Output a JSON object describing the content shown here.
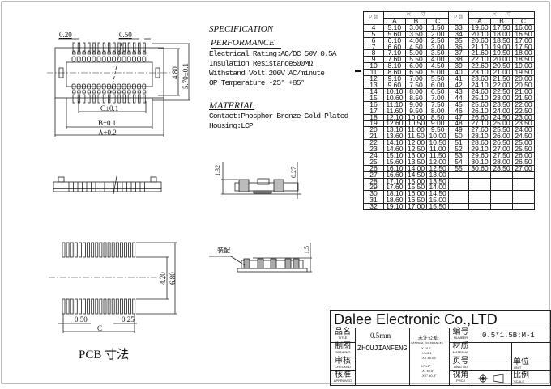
{
  "spec": {
    "title": "SPECIFICATION",
    "performance_heading": "PERFORMANCE",
    "performance": [
      "Electrical Rating:AC/DC 50V 0.5A",
      "Insulation Resistance500MΩ",
      "Withstand Volt:200V AC/minute",
      "OP Temperature:-25° +85°"
    ],
    "material_heading": "MATERIAL",
    "material": [
      "Contact:Phosphor Bronze Gold-Plated",
      "Housing:LCP"
    ]
  },
  "top_view": {
    "dim_pin_width": "0.20",
    "dim_pitch": "0.50",
    "dim_inner_height": "4.80",
    "dim_height": "5.70±0.1",
    "dim_c": "C±0.1",
    "dim_b": "B±0.1",
    "dim_a": "A±0.2"
  },
  "side_view": {
    "dim_height": "1.32",
    "dim_standoff": "0.27"
  },
  "pcb_view": {
    "dim_pitch": "0.50",
    "dim_pad": "0.25",
    "dim_c": "C",
    "dim_inner": "4.20",
    "dim_outer": "6.80",
    "title": "PCB 寸法"
  },
  "assembly_view": {
    "label": "装配",
    "dim_height": "1.5"
  },
  "dimension_table": {
    "header_group": "尺　　寸",
    "header_pins": "P 数",
    "columns": [
      "A",
      "B",
      "C"
    ],
    "left_rows": [
      [
        "4",
        "5.10",
        "3.00",
        "1.50"
      ],
      [
        "5",
        "5.60",
        "3.50",
        "2.00"
      ],
      [
        "6",
        "6.10",
        "4.00",
        "2.50"
      ],
      [
        "7",
        "6.60",
        "4.50",
        "3.00"
      ],
      [
        "8",
        "7.10",
        "5.00",
        "3.50"
      ],
      [
        "9",
        "7.60",
        "5.50",
        "4.00"
      ],
      [
        "10",
        "8.10",
        "6.00",
        "4.50"
      ],
      [
        "11",
        "8.60",
        "6.50",
        "5.00"
      ],
      [
        "12",
        "9.10",
        "7.00",
        "5.50"
      ],
      [
        "13",
        "9.60",
        "7.50",
        "6.00"
      ],
      [
        "14",
        "10.10",
        "8.00",
        "6.50"
      ],
      [
        "15",
        "10.60",
        "8.50",
        "7.00"
      ],
      [
        "16",
        "11.10",
        "9.00",
        "7.50"
      ],
      [
        "17",
        "11.60",
        "9.50",
        "8.00"
      ],
      [
        "18",
        "12.10",
        "10.00",
        "8.50"
      ],
      [
        "19",
        "12.60",
        "10.50",
        "9.00"
      ],
      [
        "20",
        "13.10",
        "11.00",
        "9.50"
      ],
      [
        "21",
        "13.60",
        "11.50",
        "10.00"
      ],
      [
        "22",
        "14.10",
        "12.00",
        "10.50"
      ],
      [
        "23",
        "14.60",
        "12.50",
        "11.00"
      ],
      [
        "24",
        "15.10",
        "13.00",
        "11.50"
      ],
      [
        "25",
        "15.60",
        "13.50",
        "12.00"
      ],
      [
        "26",
        "16.10",
        "14.00",
        "12.50"
      ],
      [
        "27",
        "16.60",
        "14.50",
        "13.00"
      ],
      [
        "28",
        "17.10",
        "15.00",
        "13.50"
      ],
      [
        "29",
        "17.60",
        "15.50",
        "14.00"
      ],
      [
        "30",
        "18.10",
        "16.00",
        "14.50"
      ],
      [
        "31",
        "18.60",
        "16.50",
        "15.00"
      ],
      [
        "32",
        "19.10",
        "17.00",
        "15.50"
      ]
    ],
    "right_rows": [
      [
        "33",
        "19.60",
        "17.50",
        "16.00"
      ],
      [
        "34",
        "20.10",
        "18.00",
        "16.50"
      ],
      [
        "35",
        "20.60",
        "18.50",
        "17.00"
      ],
      [
        "36",
        "21.10",
        "19.00",
        "17.50"
      ],
      [
        "37",
        "21.60",
        "19.50",
        "18.00"
      ],
      [
        "38",
        "22.10",
        "20.00",
        "18.50"
      ],
      [
        "39",
        "22.60",
        "20.50",
        "19.00"
      ],
      [
        "40",
        "23.10",
        "21.00",
        "19.50"
      ],
      [
        "41",
        "23.60",
        "21.50",
        "20.00"
      ],
      [
        "42",
        "24.10",
        "22.00",
        "20.50"
      ],
      [
        "43",
        "24.60",
        "22.50",
        "21.00"
      ],
      [
        "44",
        "25.10",
        "23.00",
        "21.50"
      ],
      [
        "45",
        "25.60",
        "23.50",
        "22.00"
      ],
      [
        "46",
        "26.10",
        "24.00",
        "22.50"
      ],
      [
        "47",
        "26.60",
        "24.50",
        "23.00"
      ],
      [
        "48",
        "27.10",
        "25.00",
        "23.50"
      ],
      [
        "49",
        "27.60",
        "25.50",
        "24.00"
      ],
      [
        "50",
        "28.10",
        "26.00",
        "24.50"
      ],
      [
        "51",
        "28.60",
        "26.50",
        "25.00"
      ],
      [
        "52",
        "29.10",
        "27.00",
        "25.50"
      ],
      [
        "53",
        "29.60",
        "27.50",
        "26.00"
      ],
      [
        "54",
        "30.10",
        "28.00",
        "26.50"
      ],
      [
        "55",
        "30.60",
        "28.50",
        "27.00"
      ]
    ]
  },
  "title_block": {
    "company": "Dalee Electronic Co.,LTD",
    "labels": [
      {
        "cn": "品名",
        "en": "TITLE"
      },
      {
        "cn": "制图",
        "en": "DRAWING"
      },
      {
        "cn": "审核",
        "en": "CHECKED"
      },
      {
        "cn": "核准",
        "en": "APPROVED"
      }
    ],
    "title_value": "0.5mm",
    "drawing_value": "ZHOUJIANFENG",
    "tolerance": {
      "cn": "未注公差:",
      "en": "GENERAL TOLERANCES",
      "lines": [
        "X ±0.2",
        ".X ±0.1",
        ".XX ±0.05",
        "X° ±1°",
        ".X° ±0.5°",
        ".XX° ±0.3°"
      ]
    },
    "labels2": [
      {
        "cn": "编号",
        "en": "NUMBER"
      },
      {
        "cn": "材质",
        "en": "MATERIAL"
      },
      {
        "cn": "页号",
        "en": "DWG NO"
      },
      {
        "cn": "视角",
        "en": "PROJ"
      }
    ],
    "number_value": "0.5*1.5B:M-1",
    "unit": {
      "cn": "单位",
      "en": "UNIT"
    },
    "scale": {
      "cn": "比例",
      "en": "SCALE"
    },
    "projection_icon": "first-angle-projection-icon"
  }
}
